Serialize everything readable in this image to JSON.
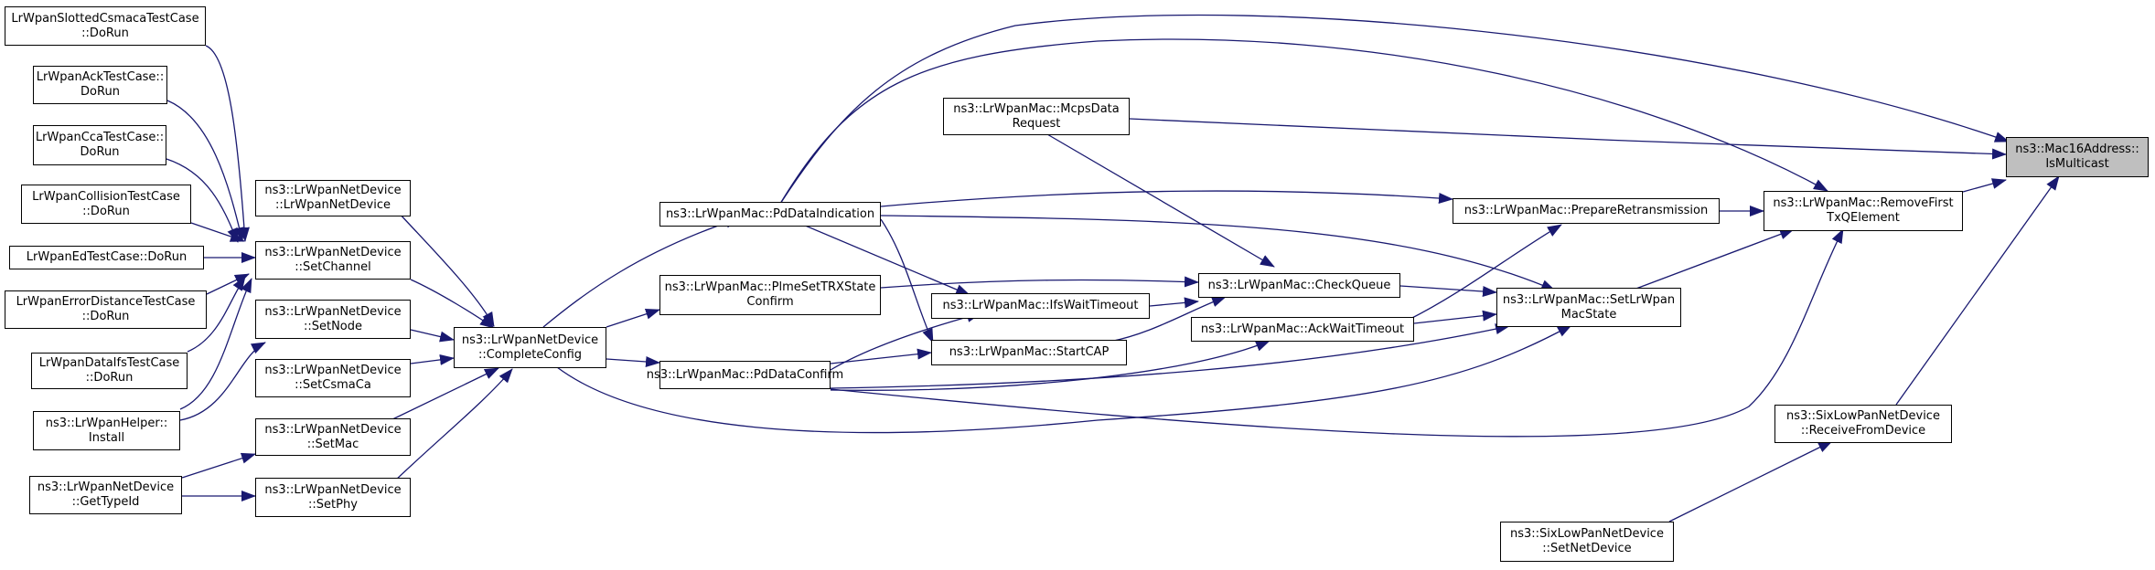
{
  "colors": {
    "edge": "#191970",
    "node_border": "#000000",
    "node_fill": "#ffffff",
    "target_fill": "#bfbfbf"
  },
  "nodes": {
    "is_multicast": [
      "ns3::Mac16Address::",
      "IsMulticast"
    ],
    "remove_first_txq": [
      "ns3::LrWpanMac::RemoveFirst",
      "TxQElement"
    ],
    "mcps_data_request": [
      "ns3::LrWpanMac::McpsData",
      "Request"
    ],
    "prepare_retransmission": [
      "ns3::LrWpanMac::PrepareRetransmission"
    ],
    "set_lrwpan_mac_state": [
      "ns3::LrWpanMac::SetLrWpan",
      "MacState"
    ],
    "sixlowpan_receive_from_device": [
      "ns3::SixLowPanNetDevice",
      "::ReceiveFromDevice"
    ],
    "sixlowpan_set_net_device": [
      "ns3::SixLowPanNetDevice",
      "::SetNetDevice"
    ],
    "pd_data_indication": [
      "ns3::LrWpanMac::PdDataIndication"
    ],
    "check_queue": [
      "ns3::LrWpanMac::CheckQueue"
    ],
    "ack_wait_timeout": [
      "ns3::LrWpanMac::AckWaitTimeout"
    ],
    "pd_data_confirm": [
      "ns3::LrWpanMac::PdDataConfirm"
    ],
    "plme_set_trx_state_confirm": [
      "ns3::LrWpanMac::PlmeSetTRXState",
      "Confirm"
    ],
    "ifs_wait_timeout": [
      "ns3::LrWpanMac::IfsWaitTimeout"
    ],
    "start_cap": [
      "ns3::LrWpanMac::StartCAP"
    ],
    "complete_config": [
      "ns3::LrWpanNetDevice",
      "::CompleteConfig"
    ],
    "lrwpan_net_device_ctor": [
      "ns3::LrWpanNetDevice",
      "::LrWpanNetDevice"
    ],
    "set_channel": [
      "ns3::LrWpanNetDevice",
      "::SetChannel"
    ],
    "set_node": [
      "ns3::LrWpanNetDevice",
      "::SetNode"
    ],
    "set_csma_ca": [
      "ns3::LrWpanNetDevice",
      "::SetCsmaCa"
    ],
    "set_mac": [
      "ns3::LrWpanNetDevice",
      "::SetMac"
    ],
    "set_phy": [
      "ns3::LrWpanNetDevice",
      "::SetPhy"
    ],
    "slotted_csmaca_test": [
      "LrWpanSlottedCsmacaTestCase",
      "::DoRun"
    ],
    "ack_test": [
      "LrWpanAckTestCase::",
      "DoRun"
    ],
    "cca_test": [
      "LrWpanCcaTestCase::",
      "DoRun"
    ],
    "collision_test": [
      "LrWpanCollisionTestCase",
      "::DoRun"
    ],
    "ed_test": [
      "LrWpanEdTestCase::DoRun"
    ],
    "error_distance_test": [
      "LrWpanErrorDistanceTestCase",
      "::DoRun"
    ],
    "dataifs_test": [
      "LrWpanDataIfsTestCase",
      "::DoRun"
    ],
    "helper_install": [
      "ns3::LrWpanHelper::",
      "Install"
    ],
    "get_type_id": [
      "ns3::LrWpanNetDevice",
      "::GetTypeId"
    ]
  }
}
